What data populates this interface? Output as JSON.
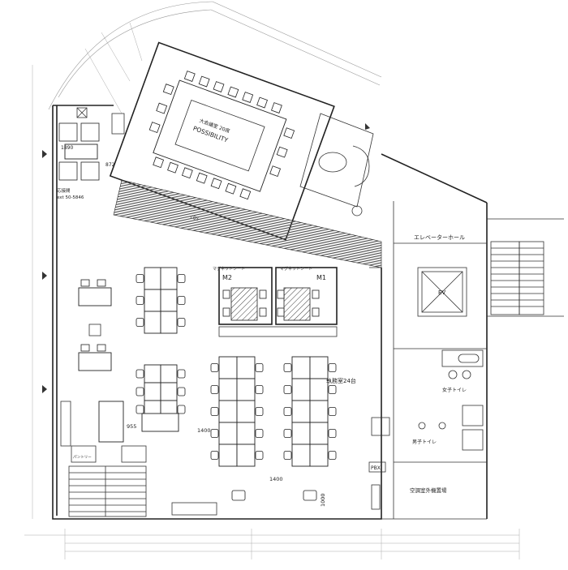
{
  "rooms": {
    "conference_name": "大会議室 20席",
    "conference_subtitle": "POSSIBILITY",
    "meeting_m2": "M2",
    "meeting_m1": "M1",
    "office_area": "執務室24台",
    "elevator_hall": "エレベーターホール",
    "ev": "EV",
    "womens_toilet": "女子トイレ",
    "mens_toilet": "男子トイレ",
    "pbx": "PBX",
    "pantry": "パントリー",
    "storage": "空調室外機置場"
  },
  "dimensions": {
    "d1890": "1890",
    "d872": "872",
    "d1400a": "1400",
    "d1400b": "1400",
    "d1000": "1000",
    "d955": "955",
    "c05": "c05"
  },
  "notes": {
    "phone_label": "応接間",
    "phone_number": "ext 50-5846",
    "marker_m2": "マグネットシート",
    "marker_m1": "マグネットシート"
  }
}
